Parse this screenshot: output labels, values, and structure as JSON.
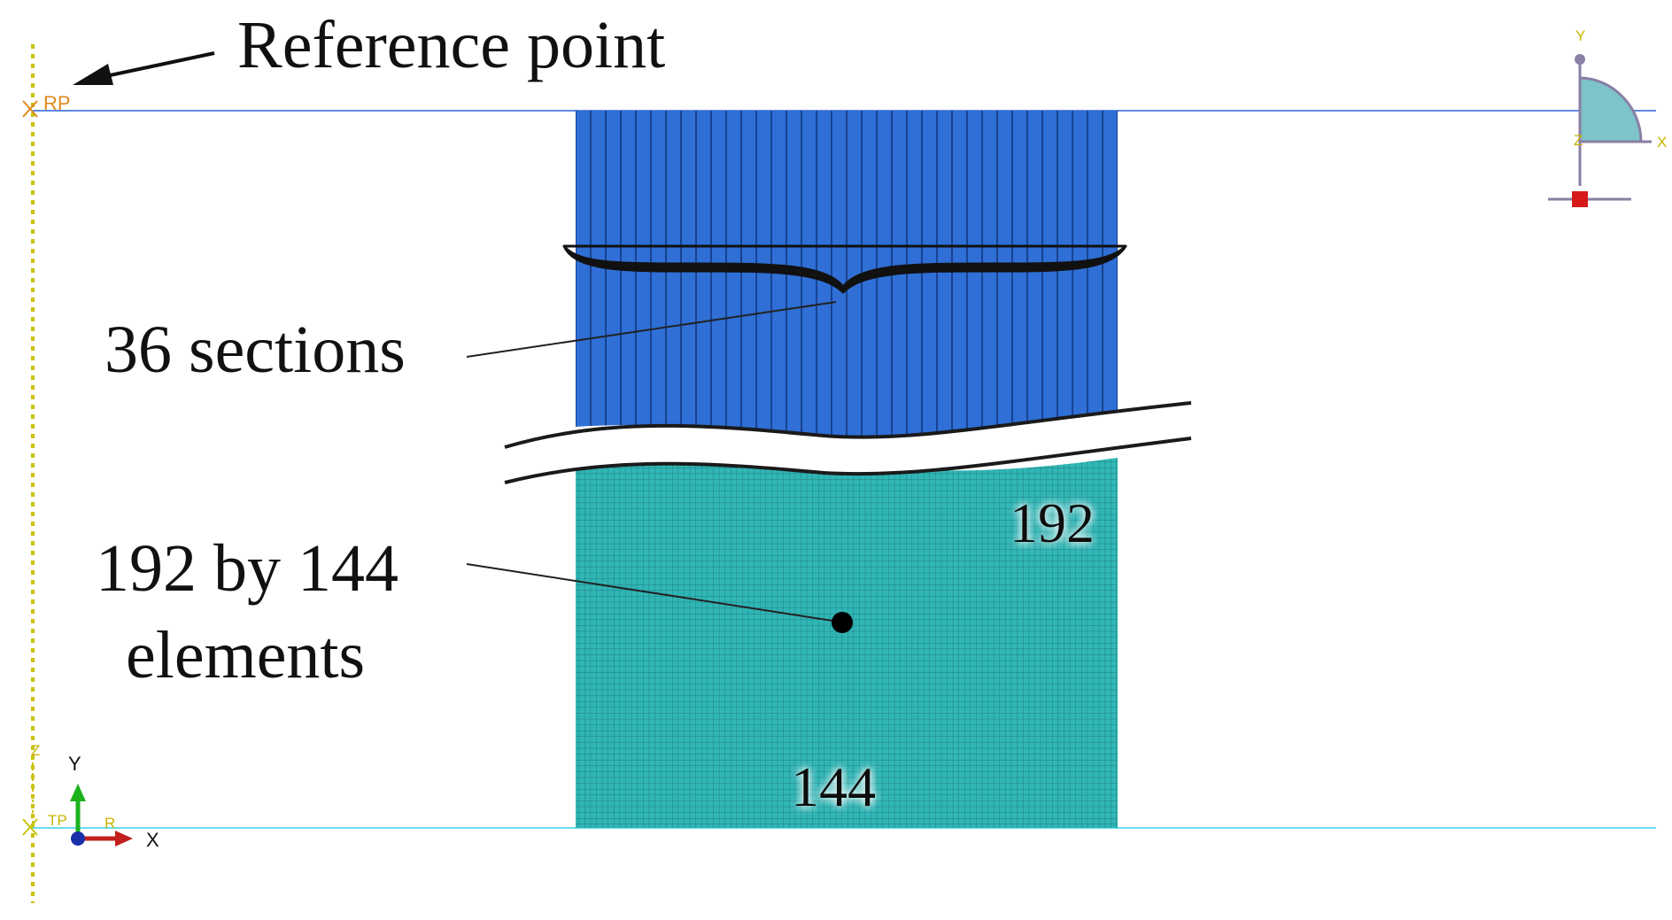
{
  "annotations": {
    "reference_point": "Reference point",
    "sections": "36 sections",
    "elements_line1": "192 by 144",
    "elements_line2": "elements",
    "count_vertical": "192",
    "count_horizontal": "144"
  },
  "markers": {
    "rp": "RP",
    "tp": "TP"
  },
  "triad": {
    "x": "X",
    "y": "Y",
    "z": "Z",
    "r": "R"
  },
  "view_triad": {
    "x": "X",
    "y": "Y",
    "z": "Z"
  },
  "mesh": {
    "upper_sections": 36,
    "lower_rows": 192,
    "lower_cols": 144
  },
  "colors": {
    "upper_mesh": "#2f6fd6",
    "upper_lines": "#0d2a6b",
    "lower_mesh": "#31b6b6",
    "lower_lines": "#1d7d80",
    "reference_line": "#2a62d8",
    "base_line": "#35d2e6",
    "dotted_axis": "#c8c20a",
    "rp_marker": "#e08a1e",
    "view_quadrant": "#7cc4c9",
    "view_node": "#d51a1a"
  }
}
